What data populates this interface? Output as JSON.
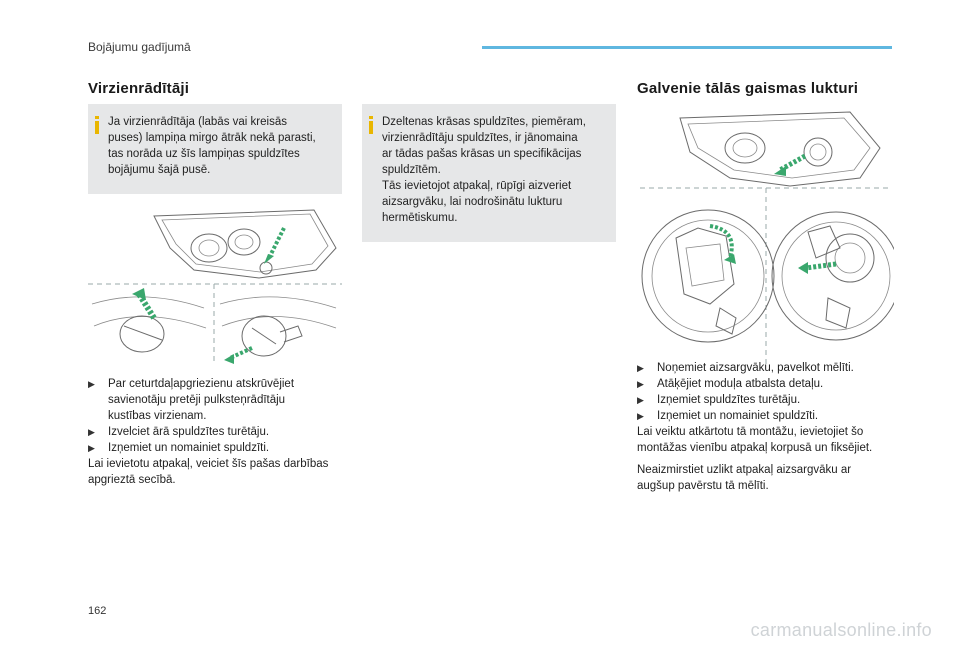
{
  "header": {
    "section_title": "Bojājumu gadījumā",
    "accent_color": "#5fb7e0"
  },
  "page_number": "162",
  "footer_watermark": "carmanualsonline.info",
  "left": {
    "title": "Virzienrādītāji",
    "note": [
      "Ja virzienrādītāja (labās vai kreisās",
      "puses) lampiņa mirgo ātrāk nekā parasti,",
      "tas norāda uz šīs lampiņas spuldzītes",
      "bojājumu šajā pusē."
    ],
    "steps": [
      [
        "Par ceturtdaļapgriezienu atskrūvējiet",
        "savienotāju pretēji pulksteņrādītāju",
        "kustības virzienam."
      ],
      [
        "Izvelciet ārā spuldzītes turētāju."
      ],
      [
        "Izņemiet un nomainiet spuldzīti."
      ]
    ],
    "closing": [
      "Lai ievietotu atpakaļ, veiciet šīs pašas darbības",
      "apgrieztā secībā."
    ]
  },
  "middle": {
    "note": [
      "Dzeltenas krāsas spuldzītes, piemēram,",
      "virzienrādītāju spuldzītes, ir jānomaina",
      "ar tādas pašas krāsas un specifikācijas",
      "spuldzītēm.",
      "Tās ievietojot atpakaļ, rūpīgi aizveriet",
      "aizsargvāku, lai nodrošinātu lukturu",
      "hermētiskumu."
    ]
  },
  "right": {
    "title": "Galvenie tālās gaismas lukturi",
    "steps": [
      [
        "Noņemiet aizsargvāku, pavelkot mēlīti."
      ],
      [
        "Atāķējiet moduļa atbalsta detaļu."
      ],
      [
        "Izņemiet spuldzītes turētāju."
      ],
      [
        "Izņemiet un nomainiet spuldzīti."
      ]
    ],
    "closing": [
      "Lai veiktu atkārtotu tā montāžu, ievietojiet šo",
      "montāžas vienību atpakaļ korpusā un fiksējiet."
    ],
    "reminder": [
      "Neaizmirstiet uzlikt atpakaļ aizsargvāku ar",
      "augšup pavērstu tā mēlīti."
    ]
  },
  "colors": {
    "note_bg": "#e6e7e8",
    "info_icon": "#e9b600",
    "arrow": "#3aa76d"
  },
  "icons": {
    "info": "info-icon",
    "bullet": "bullet-icon"
  }
}
